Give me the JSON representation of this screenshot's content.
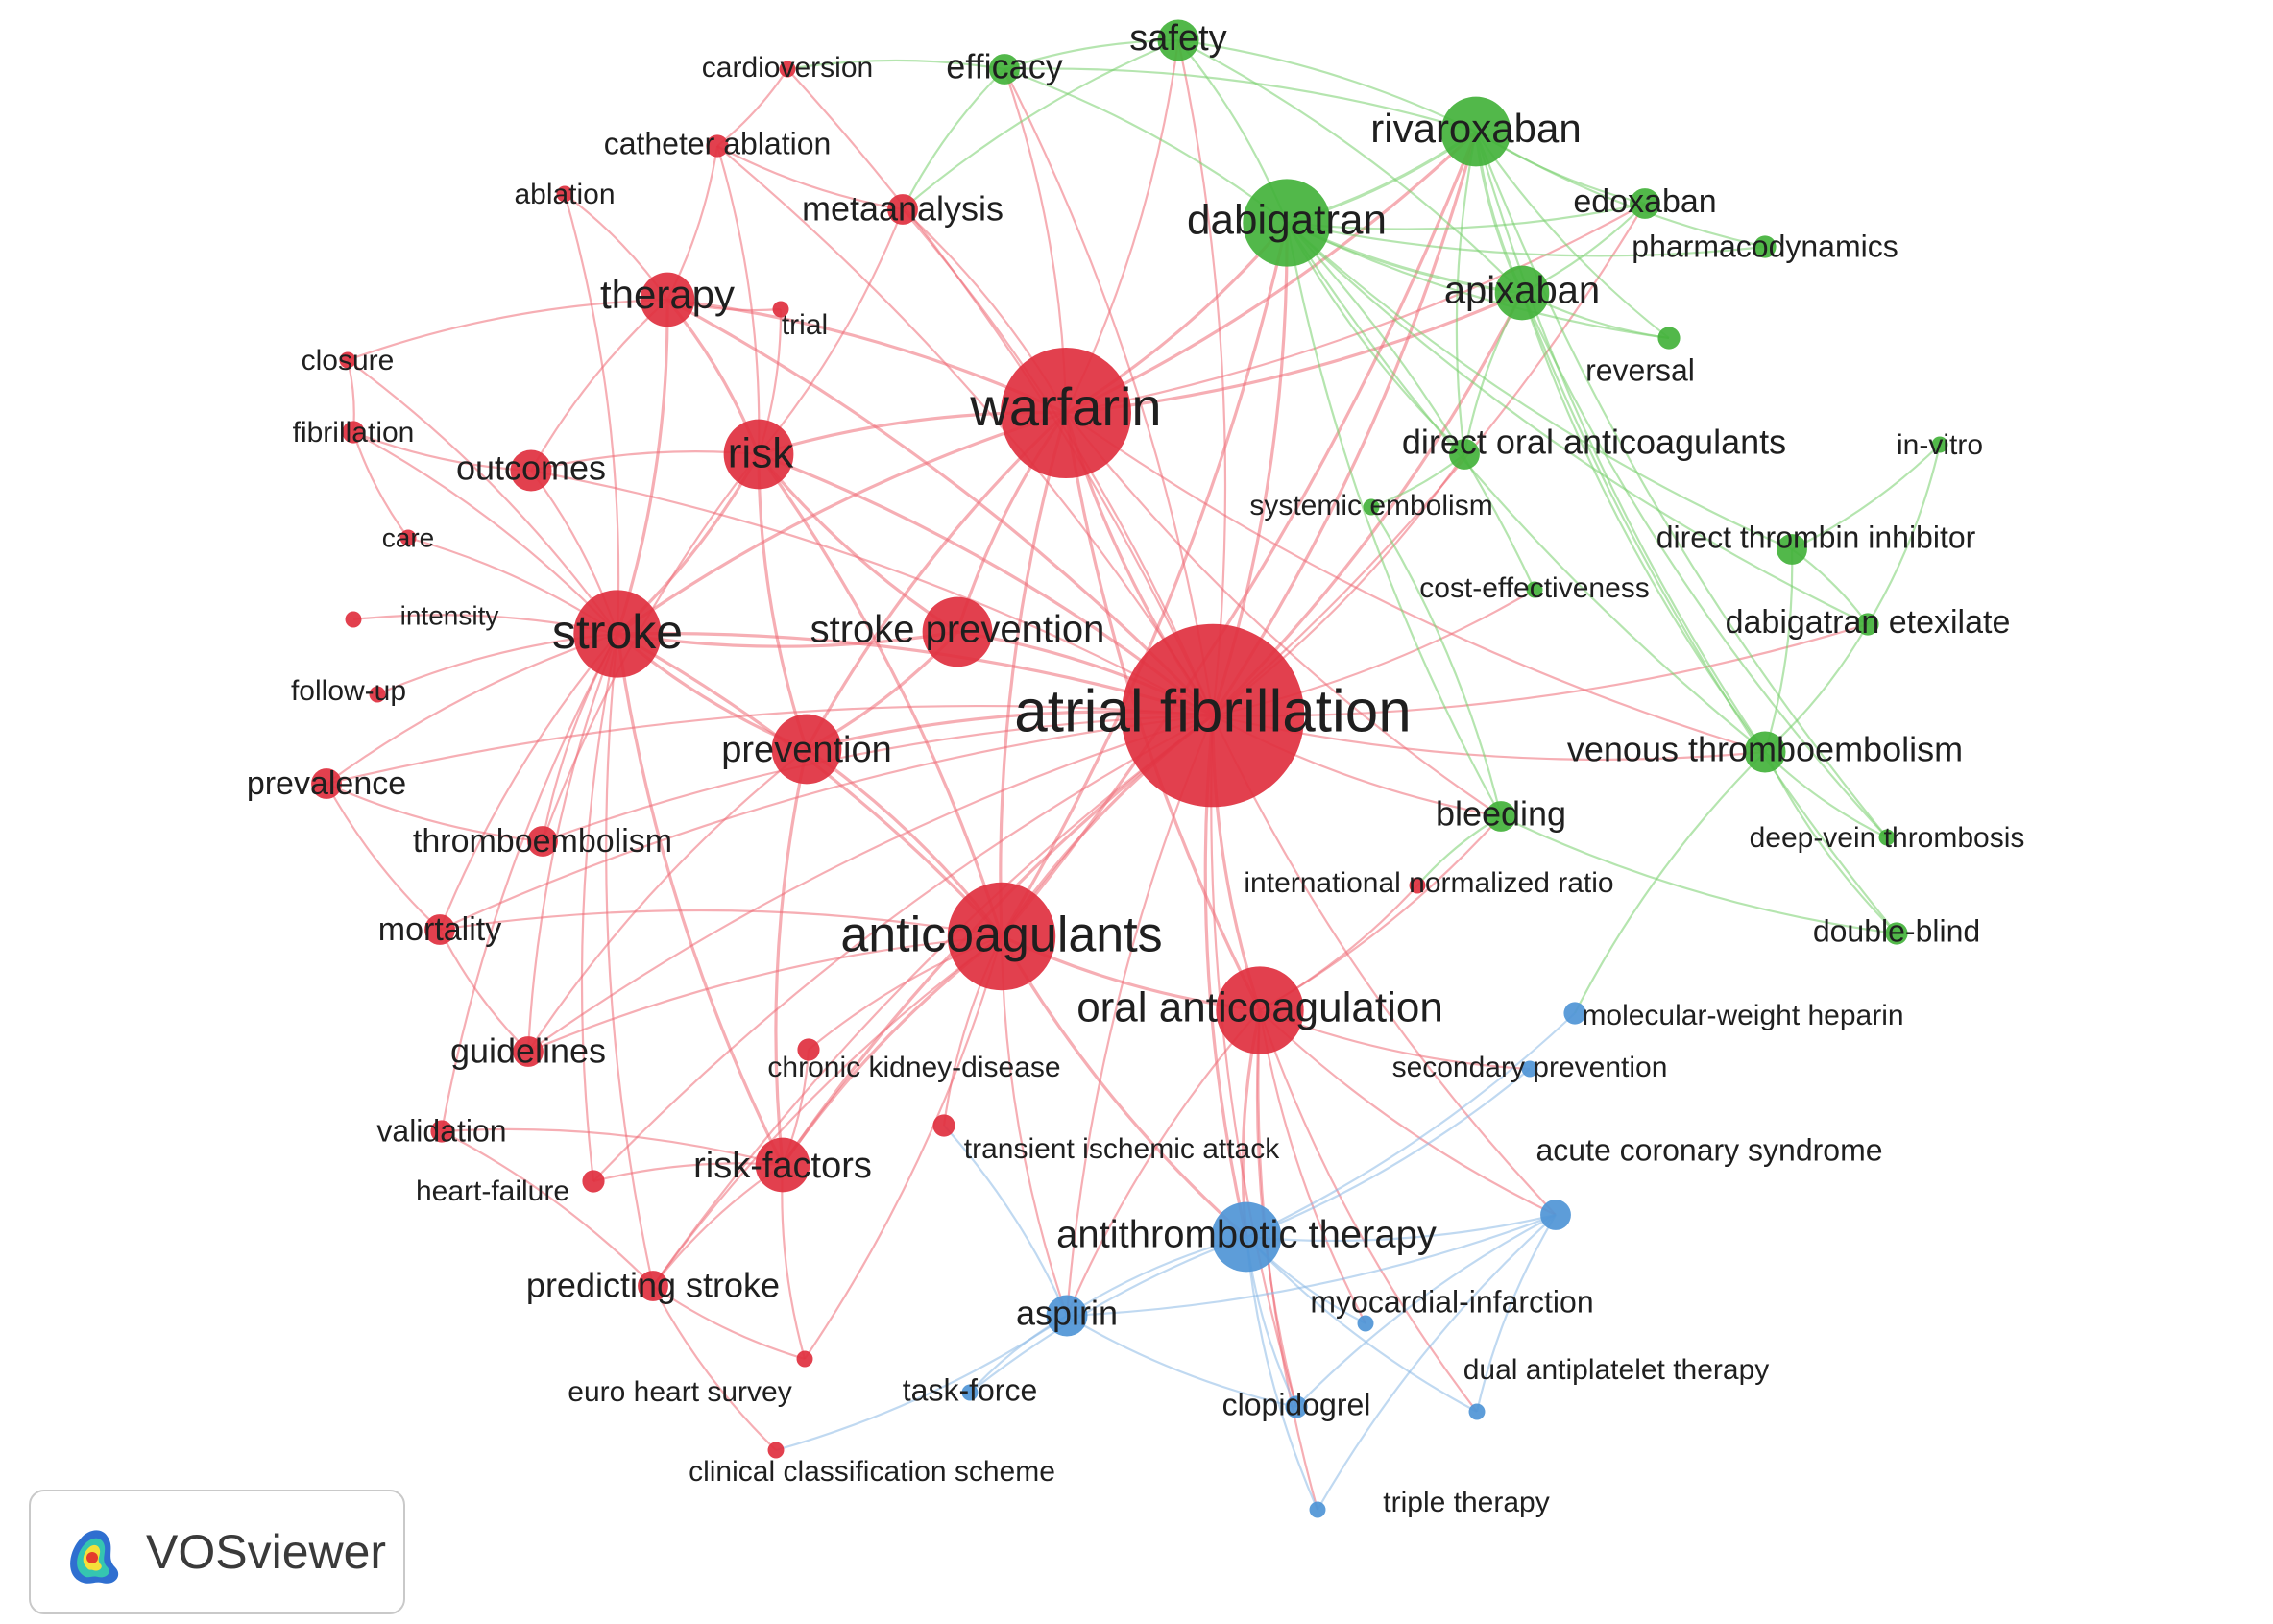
{
  "colors": {
    "red": "#e0303f",
    "green": "#43b23b",
    "blue": "#4f95d6",
    "link_red": "#ee6b76",
    "link_green": "#78cf6e",
    "link_blue": "#8cb9e6",
    "label": "#1f1f1f"
  },
  "badge": {
    "label": "VOSviewer",
    "icon": "vosviewer-heatmap-icon"
  },
  "nodes": [
    {
      "id": "warfarin",
      "label": "warfarin",
      "cluster": "red",
      "weight": 10
    },
    {
      "id": "atrial_fibrillation",
      "label": "atrial fibrillation",
      "cluster": "red",
      "weight": 12
    },
    {
      "id": "anticoagulants",
      "label": "anticoagulants",
      "cluster": "red",
      "weight": 9
    },
    {
      "id": "stroke",
      "label": "stroke",
      "cluster": "red",
      "weight": 8
    },
    {
      "id": "risk",
      "label": "risk",
      "cluster": "red",
      "weight": 7
    },
    {
      "id": "therapy",
      "label": "therapy",
      "cluster": "red",
      "weight": 6
    },
    {
      "id": "stroke_prevention",
      "label": "stroke prevention",
      "cluster": "red",
      "weight": 7
    },
    {
      "id": "prevention",
      "label": "prevention",
      "cluster": "red",
      "weight": 7
    },
    {
      "id": "oral_anticoagulation",
      "label": "oral anticoagulation",
      "cluster": "red",
      "weight": 8
    },
    {
      "id": "outcomes",
      "label": "outcomes",
      "cluster": "red",
      "weight": 5
    },
    {
      "id": "thromboembolism",
      "label": "thromboembolism",
      "cluster": "red",
      "weight": 4
    },
    {
      "id": "mortality",
      "label": "mortality",
      "cluster": "red",
      "weight": 4
    },
    {
      "id": "guidelines",
      "label": "guidelines",
      "cluster": "red",
      "weight": 4
    },
    {
      "id": "risk_factors",
      "label": "risk-factors",
      "cluster": "red",
      "weight": 6
    },
    {
      "id": "predicting_stroke",
      "label": "predicting stroke",
      "cluster": "red",
      "weight": 4
    },
    {
      "id": "metaanalysis",
      "label": "metaanalysis",
      "cluster": "red",
      "weight": 4
    },
    {
      "id": "catheter_ablation",
      "label": "catheter ablation",
      "cluster": "red",
      "weight": 3
    },
    {
      "id": "cardioversion",
      "label": "cardioversion",
      "cluster": "red",
      "weight": 2
    },
    {
      "id": "ablation",
      "label": "ablation",
      "cluster": "red",
      "weight": 2
    },
    {
      "id": "trial",
      "label": "trial",
      "cluster": "red",
      "weight": 2
    },
    {
      "id": "closure",
      "label": "closure",
      "cluster": "red",
      "weight": 2
    },
    {
      "id": "fibrillation",
      "label": "fibrillation",
      "cluster": "red",
      "weight": 3
    },
    {
      "id": "care",
      "label": "care",
      "cluster": "red",
      "weight": 2
    },
    {
      "id": "intensity",
      "label": "intensity",
      "cluster": "red",
      "weight": 2
    },
    {
      "id": "follow_up",
      "label": "follow-up",
      "cluster": "red",
      "weight": 2
    },
    {
      "id": "prevalence",
      "label": "prevalence",
      "cluster": "red",
      "weight": 4
    },
    {
      "id": "validation",
      "label": "validation",
      "cluster": "red",
      "weight": 3
    },
    {
      "id": "heart_failure",
      "label": "heart-failure",
      "cluster": "red",
      "weight": 3
    },
    {
      "id": "chronic_kidney_disease",
      "label": "chronic kidney-disease",
      "cluster": "red",
      "weight": 3
    },
    {
      "id": "transient_ischemic_attack",
      "label": "transient ischemic attack",
      "cluster": "red",
      "weight": 3
    },
    {
      "id": "euro_heart_survey",
      "label": "euro heart survey",
      "cluster": "red",
      "weight": 2
    },
    {
      "id": "clinical_classification_scheme",
      "label": "clinical classification scheme",
      "cluster": "red",
      "weight": 2
    },
    {
      "id": "international_normalized_ratio",
      "label": "international normalized ratio",
      "cluster": "red",
      "weight": 2
    },
    {
      "id": "efficacy",
      "label": "efficacy",
      "cluster": "green",
      "weight": 4
    },
    {
      "id": "safety",
      "label": "safety",
      "cluster": "green",
      "weight": 5
    },
    {
      "id": "rivaroxaban",
      "label": "rivaroxaban",
      "cluster": "green",
      "weight": 7
    },
    {
      "id": "dabigatran",
      "label": "dabigatran",
      "cluster": "green",
      "weight": 8
    },
    {
      "id": "edoxaban",
      "label": "edoxaban",
      "cluster": "green",
      "weight": 4
    },
    {
      "id": "apixaban",
      "label": "apixaban",
      "cluster": "green",
      "weight": 6
    },
    {
      "id": "pharmacodynamics",
      "label": "pharmacodynamics",
      "cluster": "green",
      "weight": 3
    },
    {
      "id": "reversal",
      "label": "reversal",
      "cluster": "green",
      "weight": 3
    },
    {
      "id": "direct_oral_anticoagulants",
      "label": "direct oral anticoagulants",
      "cluster": "green",
      "weight": 4
    },
    {
      "id": "in_vitro",
      "label": "in-vitro",
      "cluster": "green",
      "weight": 2
    },
    {
      "id": "systemic_embolism",
      "label": "systemic embolism",
      "cluster": "green",
      "weight": 2
    },
    {
      "id": "direct_thrombin_inhibitor",
      "label": "direct thrombin inhibitor",
      "cluster": "green",
      "weight": 4
    },
    {
      "id": "cost_effectiveness",
      "label": "cost-effectiveness",
      "cluster": "green",
      "weight": 2
    },
    {
      "id": "dabigatran_etexilate",
      "label": "dabigatran etexilate",
      "cluster": "green",
      "weight": 3
    },
    {
      "id": "venous_thromboembolism",
      "label": "venous thromboembolism",
      "cluster": "green",
      "weight": 5
    },
    {
      "id": "bleeding",
      "label": "bleeding",
      "cluster": "green",
      "weight": 4
    },
    {
      "id": "deep_vein_thrombosis",
      "label": "deep-vein thrombosis",
      "cluster": "green",
      "weight": 2
    },
    {
      "id": "double_blind",
      "label": "double-blind",
      "cluster": "green",
      "weight": 3
    },
    {
      "id": "antithrombotic_therapy",
      "label": "antithrombotic therapy",
      "cluster": "blue",
      "weight": 7
    },
    {
      "id": "aspirin",
      "label": "aspirin",
      "cluster": "blue",
      "weight": 5
    },
    {
      "id": "acute_coronary_syndrome",
      "label": "acute coronary syndrome",
      "cluster": "blue",
      "weight": 4
    },
    {
      "id": "molecular_weight_heparin",
      "label": "molecular-weight heparin",
      "cluster": "blue",
      "weight": 3
    },
    {
      "id": "secondary_prevention",
      "label": "secondary prevention",
      "cluster": "blue",
      "weight": 2
    },
    {
      "id": "myocardial_infarction",
      "label": "myocardial-infarction",
      "cluster": "blue",
      "weight": 2
    },
    {
      "id": "dual_antiplatelet_therapy",
      "label": "dual antiplatelet therapy",
      "cluster": "blue",
      "weight": 2
    },
    {
      "id": "clopidogrel",
      "label": "clopidogrel",
      "cluster": "blue",
      "weight": 3
    },
    {
      "id": "task_force",
      "label": "task-force",
      "cluster": "blue",
      "weight": 2
    },
    {
      "id": "triple_therapy",
      "label": "triple therapy",
      "cluster": "blue",
      "weight": 2
    }
  ],
  "links": [
    [
      "warfarin",
      "atrial_fibrillation"
    ],
    [
      "warfarin",
      "anticoagulants"
    ],
    [
      "warfarin",
      "stroke"
    ],
    [
      "warfarin",
      "risk"
    ],
    [
      "warfarin",
      "therapy"
    ],
    [
      "warfarin",
      "stroke_prevention"
    ],
    [
      "warfarin",
      "prevention"
    ],
    [
      "warfarin",
      "oral_anticoagulation"
    ],
    [
      "warfarin",
      "dabigatran"
    ],
    [
      "warfarin",
      "rivaroxaban"
    ],
    [
      "warfarin",
      "apixaban"
    ],
    [
      "warfarin",
      "efficacy"
    ],
    [
      "warfarin",
      "safety"
    ],
    [
      "warfarin",
      "metaanalysis"
    ],
    [
      "warfarin",
      "bleeding"
    ],
    [
      "warfarin",
      "edoxaban"
    ],
    [
      "warfarin",
      "venous_thromboembolism"
    ],
    [
      "atrial_fibrillation",
      "anticoagulants"
    ],
    [
      "atrial_fibrillation",
      "stroke"
    ],
    [
      "atrial_fibrillation",
      "risk"
    ],
    [
      "atrial_fibrillation",
      "stroke_prevention"
    ],
    [
      "atrial_fibrillation",
      "prevention"
    ],
    [
      "atrial_fibrillation",
      "oral_anticoagulation"
    ],
    [
      "atrial_fibrillation",
      "dabigatran"
    ],
    [
      "atrial_fibrillation",
      "rivaroxaban"
    ],
    [
      "atrial_fibrillation",
      "apixaban"
    ],
    [
      "atrial_fibrillation",
      "edoxaban"
    ],
    [
      "atrial_fibrillation",
      "safety"
    ],
    [
      "atrial_fibrillation",
      "efficacy"
    ],
    [
      "atrial_fibrillation",
      "bleeding"
    ],
    [
      "atrial_fibrillation",
      "antithrombotic_therapy"
    ],
    [
      "atrial_fibrillation",
      "aspirin"
    ],
    [
      "atrial_fibrillation",
      "therapy"
    ],
    [
      "atrial_fibrillation",
      "outcomes"
    ],
    [
      "atrial_fibrillation",
      "thromboembolism"
    ],
    [
      "atrial_fibrillation",
      "mortality"
    ],
    [
      "atrial_fibrillation",
      "guidelines"
    ],
    [
      "atrial_fibrillation",
      "risk_factors"
    ],
    [
      "atrial_fibrillation",
      "predicting_stroke"
    ],
    [
      "atrial_fibrillation",
      "catheter_ablation"
    ],
    [
      "atrial_fibrillation",
      "metaanalysis"
    ],
    [
      "atrial_fibrillation",
      "direct_oral_anticoagulants"
    ],
    [
      "atrial_fibrillation",
      "venous_thromboembolism"
    ],
    [
      "atrial_fibrillation",
      "dabigatran_etexilate"
    ],
    [
      "atrial_fibrillation",
      "cost_effectiveness"
    ],
    [
      "atrial_fibrillation",
      "acute_coronary_syndrome"
    ],
    [
      "atrial_fibrillation",
      "clopidogrel"
    ],
    [
      "atrial_fibrillation",
      "prevalence"
    ],
    [
      "atrial_fibrillation",
      "heart_failure"
    ],
    [
      "atrial_fibrillation",
      "cardioversion"
    ],
    [
      "anticoagulants",
      "stroke"
    ],
    [
      "anticoagulants",
      "risk"
    ],
    [
      "anticoagulants",
      "prevention"
    ],
    [
      "anticoagulants",
      "oral_anticoagulation"
    ],
    [
      "anticoagulants",
      "antithrombotic_therapy"
    ],
    [
      "anticoagulants",
      "aspirin"
    ],
    [
      "anticoagulants",
      "guidelines"
    ],
    [
      "anticoagulants",
      "risk_factors"
    ],
    [
      "anticoagulants",
      "mortality"
    ],
    [
      "anticoagulants",
      "dabigatran"
    ],
    [
      "anticoagulants",
      "rivaroxaban"
    ],
    [
      "anticoagulants",
      "chronic_kidney_disease"
    ],
    [
      "anticoagulants",
      "transient_ischemic_attack"
    ],
    [
      "anticoagulants",
      "predicting_stroke"
    ],
    [
      "stroke",
      "risk"
    ],
    [
      "stroke",
      "therapy"
    ],
    [
      "stroke",
      "outcomes"
    ],
    [
      "stroke",
      "prevention"
    ],
    [
      "stroke",
      "thromboembolism"
    ],
    [
      "stroke",
      "mortality"
    ],
    [
      "stroke",
      "guidelines"
    ],
    [
      "stroke",
      "prevalence"
    ],
    [
      "stroke",
      "fibrillation"
    ],
    [
      "stroke",
      "closure"
    ],
    [
      "stroke",
      "care"
    ],
    [
      "stroke",
      "intensity"
    ],
    [
      "stroke",
      "follow_up"
    ],
    [
      "stroke",
      "risk_factors"
    ],
    [
      "stroke",
      "predicting_stroke"
    ],
    [
      "stroke",
      "validation"
    ],
    [
      "stroke",
      "heart_failure"
    ],
    [
      "stroke",
      "ablation"
    ],
    [
      "stroke",
      "stroke_prevention"
    ],
    [
      "risk",
      "therapy"
    ],
    [
      "risk",
      "outcomes"
    ],
    [
      "risk",
      "metaanalysis"
    ],
    [
      "risk",
      "trial"
    ],
    [
      "risk",
      "catheter_ablation"
    ],
    [
      "risk",
      "prevention"
    ],
    [
      "risk",
      "stroke_prevention"
    ],
    [
      "risk",
      "thromboembolism"
    ],
    [
      "therapy",
      "catheter_ablation"
    ],
    [
      "therapy",
      "ablation"
    ],
    [
      "therapy",
      "outcomes"
    ],
    [
      "therapy",
      "trial"
    ],
    [
      "therapy",
      "closure"
    ],
    [
      "oral_anticoagulation",
      "antithrombotic_therapy"
    ],
    [
      "oral_anticoagulation",
      "bleeding"
    ],
    [
      "oral_anticoagulation",
      "aspirin"
    ],
    [
      "oral_anticoagulation",
      "acute_coronary_syndrome"
    ],
    [
      "oral_anticoagulation",
      "clopidogrel"
    ],
    [
      "oral_anticoagulation",
      "secondary_prevention"
    ],
    [
      "oral_anticoagulation",
      "international_normalized_ratio"
    ],
    [
      "oral_anticoagulation",
      "myocardial_infarction"
    ],
    [
      "oral_anticoagulation",
      "dual_antiplatelet_therapy"
    ],
    [
      "oral_anticoagulation",
      "triple_therapy"
    ],
    [
      "antithrombotic_therapy",
      "aspirin"
    ],
    [
      "antithrombotic_therapy",
      "clopidogrel"
    ],
    [
      "antithrombotic_therapy",
      "acute_coronary_syndrome"
    ],
    [
      "antithrombotic_therapy",
      "dual_antiplatelet_therapy"
    ],
    [
      "antithrombotic_therapy",
      "triple_therapy"
    ],
    [
      "antithrombotic_therapy",
      "task_force"
    ],
    [
      "antithrombotic_therapy",
      "myocardial_infarction"
    ],
    [
      "antithrombotic_therapy",
      "molecular_weight_heparin"
    ],
    [
      "antithrombotic_therapy",
      "secondary_prevention"
    ],
    [
      "aspirin",
      "clopidogrel"
    ],
    [
      "aspirin",
      "task_force"
    ],
    [
      "aspirin",
      "acute_coronary_syndrome"
    ],
    [
      "aspirin",
      "transient_ischemic_attack"
    ],
    [
      "acute_coronary_syndrome",
      "dual_antiplatelet_therapy"
    ],
    [
      "acute_coronary_syndrome",
      "clopidogrel"
    ],
    [
      "acute_coronary_syndrome",
      "triple_therapy"
    ],
    [
      "dabigatran",
      "rivaroxaban"
    ],
    [
      "dabigatran",
      "apixaban"
    ],
    [
      "dabigatran",
      "edoxaban"
    ],
    [
      "dabigatran",
      "safety"
    ],
    [
      "dabigatran",
      "efficacy"
    ],
    [
      "dabigatran",
      "direct_oral_anticoagulants"
    ],
    [
      "dabigatran",
      "reversal"
    ],
    [
      "dabigatran",
      "bleeding"
    ],
    [
      "dabigatran",
      "dabigatran_etexilate"
    ],
    [
      "dabigatran",
      "direct_thrombin_inhibitor"
    ],
    [
      "dabigatran",
      "venous_thromboembolism"
    ],
    [
      "dabigatran",
      "pharmacodynamics"
    ],
    [
      "rivaroxaban",
      "apixaban"
    ],
    [
      "rivaroxaban",
      "edoxaban"
    ],
    [
      "rivaroxaban",
      "safety"
    ],
    [
      "rivaroxaban",
      "efficacy"
    ],
    [
      "rivaroxaban",
      "venous_thromboembolism"
    ],
    [
      "rivaroxaban",
      "pharmacodynamics"
    ],
    [
      "rivaroxaban",
      "direct_oral_anticoagulants"
    ],
    [
      "rivaroxaban",
      "reversal"
    ],
    [
      "rivaroxaban",
      "deep_vein_thrombosis"
    ],
    [
      "apixaban",
      "edoxaban"
    ],
    [
      "apixaban",
      "venous_thromboembolism"
    ],
    [
      "apixaban",
      "direct_oral_anticoagulants"
    ],
    [
      "apixaban",
      "safety"
    ],
    [
      "apixaban",
      "reversal"
    ],
    [
      "apixaban",
      "double_blind"
    ],
    [
      "apixaban",
      "deep_vein_thrombosis"
    ],
    [
      "venous_thromboembolism",
      "deep_vein_thrombosis"
    ],
    [
      "venous_thromboembolism",
      "double_blind"
    ],
    [
      "venous_thromboembolism",
      "dabigatran_etexilate"
    ],
    [
      "venous_thromboembolism",
      "direct_thrombin_inhibitor"
    ],
    [
      "venous_thromboembolism",
      "molecular_weight_heparin"
    ],
    [
      "dabigatran_etexilate",
      "direct_thrombin_inhibitor"
    ],
    [
      "dabigatran_etexilate",
      "in_vitro"
    ],
    [
      "direct_thrombin_inhibitor",
      "in_vitro"
    ],
    [
      "safety",
      "efficacy"
    ],
    [
      "safety",
      "metaanalysis"
    ],
    [
      "efficacy",
      "metaanalysis"
    ],
    [
      "efficacy",
      "cardioversion"
    ],
    [
      "bleeding",
      "double_blind"
    ],
    [
      "bleeding",
      "international_normalized_ratio"
    ],
    [
      "bleeding",
      "systemic_embolism"
    ],
    [
      "prevention",
      "stroke_prevention"
    ],
    [
      "prevention",
      "risk_factors"
    ],
    [
      "prevention",
      "guidelines"
    ],
    [
      "risk_factors",
      "predicting_stroke"
    ],
    [
      "risk_factors",
      "heart_failure"
    ],
    [
      "risk_factors",
      "validation"
    ],
    [
      "risk_factors",
      "chronic_kidney_disease"
    ],
    [
      "risk_factors",
      "euro_heart_survey"
    ],
    [
      "predicting_stroke",
      "euro_heart_survey"
    ],
    [
      "predicting_stroke",
      "clinical_classification_scheme"
    ],
    [
      "predicting_stroke",
      "validation"
    ],
    [
      "fibrillation",
      "closure"
    ],
    [
      "fibrillation",
      "care"
    ],
    [
      "fibrillation",
      "outcomes"
    ],
    [
      "prevalence",
      "mortality"
    ],
    [
      "prevalence",
      "thromboembolism"
    ],
    [
      "mortality",
      "guidelines"
    ],
    [
      "catheter_ablation",
      "cardioversion"
    ],
    [
      "catheter_ablation",
      "metaanalysis"
    ],
    [
      "systemic_embolism",
      "direct_oral_anticoagulants"
    ],
    [
      "cost_effectiveness",
      "dabigatran"
    ],
    [
      "clinical_classification_scheme",
      "aspirin"
    ],
    [
      "euro_heart_survey",
      "anticoagulants"
    ]
  ]
}
